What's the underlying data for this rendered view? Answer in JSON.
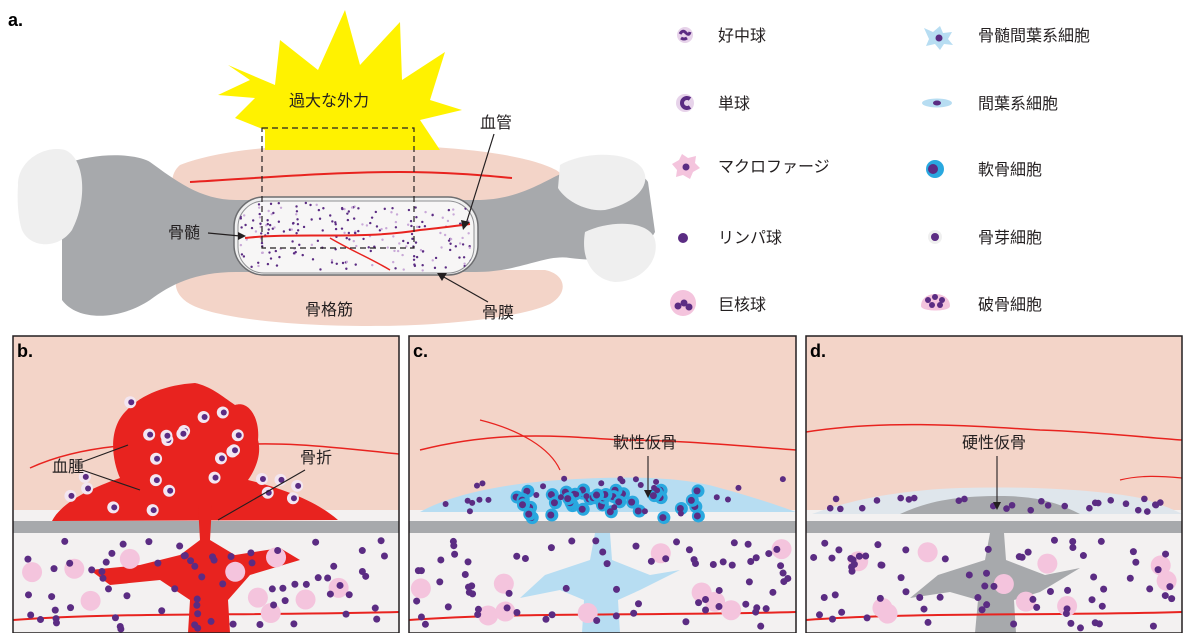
{
  "panels": {
    "a": {
      "letter": "a."
    },
    "b": {
      "letter": "b."
    },
    "c": {
      "letter": "c."
    },
    "d": {
      "letter": "d."
    }
  },
  "panel_a": {
    "force_label": "過大な外力",
    "blood_vessel": "血管",
    "bone_marrow": "骨髄",
    "skeletal_muscle": "骨格筋",
    "periosteum": "骨膜"
  },
  "panel_b": {
    "hematoma": "血腫",
    "fracture": "骨折"
  },
  "panel_c": {
    "soft_callus": "軟性仮骨"
  },
  "panel_d": {
    "hard_callus": "硬性仮骨"
  },
  "legend": {
    "neutrophil": "好中球",
    "bmsc": "骨髄間葉系細胞",
    "monocyte": "単球",
    "msc": "間葉系細胞",
    "macrophage": "マクロファージ",
    "chondrocyte": "軟骨細胞",
    "lymphocyte": "リンパ球",
    "osteoblast": "骨芽細胞",
    "megakaryocyte": "巨核球",
    "osteoclast": "破骨細胞"
  },
  "colors": {
    "muscle": "#f3d4c8",
    "bone": "#a7a9ac",
    "marrow": "#f3f1f1",
    "vessel": "#e8231f",
    "hematoma": "#e8231f",
    "cell_purple": "#5b2c83",
    "cell_pink": "#f4c4dd",
    "cartilage": "#b7ddf2",
    "chondro_ring": "#29a8df",
    "starburst": "#fff200"
  }
}
